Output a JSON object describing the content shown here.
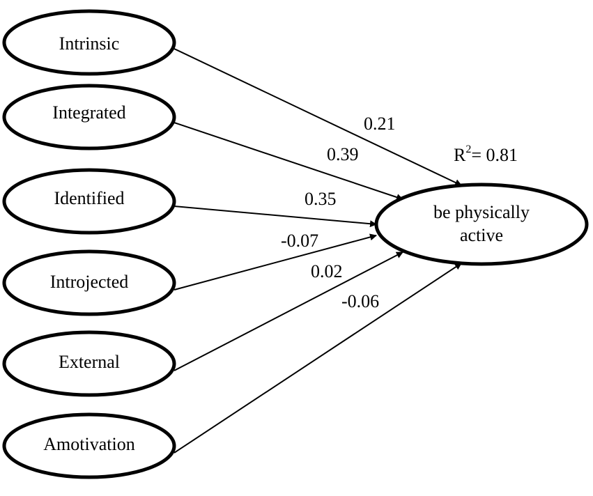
{
  "predictors": [
    {
      "id": "intrinsic",
      "label": "Intrinsic",
      "coefficient": "0.21"
    },
    {
      "id": "integrated",
      "label": "Integrated",
      "coefficient": "0.39"
    },
    {
      "id": "identified",
      "label": "Identified",
      "coefficient": "0.35"
    },
    {
      "id": "introjected",
      "label": "Introjected",
      "coefficient": "-0.07"
    },
    {
      "id": "external",
      "label": "External",
      "coefficient": "0.02"
    },
    {
      "id": "amotivation",
      "label": "Amotivation",
      "coefficient": "-0.06"
    }
  ],
  "outcome": {
    "line1": "be physically",
    "line2": "active",
    "r2_prefix": "R",
    "r2_superscript": "2",
    "r2_suffix": "= 0.81"
  }
}
